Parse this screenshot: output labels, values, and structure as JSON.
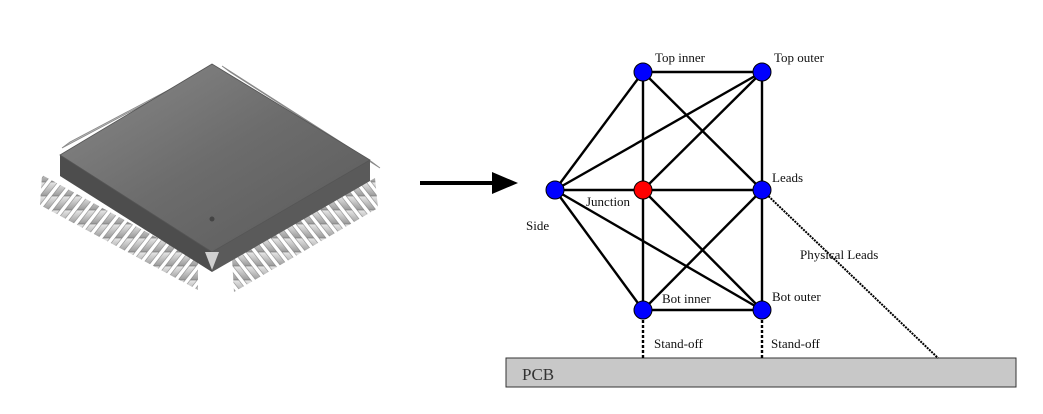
{
  "nodes": [
    {
      "id": "top_inner",
      "label": "Top inner",
      "color": "#0000ff"
    },
    {
      "id": "top_outer",
      "label": "Top outer",
      "color": "#0000ff"
    },
    {
      "id": "side",
      "label": "Side",
      "color": "#0000ff"
    },
    {
      "id": "junction",
      "label": "Junction",
      "color": "#ff0000"
    },
    {
      "id": "leads",
      "label": "Leads",
      "color": "#0000ff"
    },
    {
      "id": "bot_inner",
      "label": "Bot inner",
      "color": "#0000ff"
    },
    {
      "id": "bot_outer",
      "label": "Bot outer",
      "color": "#0000ff"
    }
  ],
  "edges": [
    [
      "top_inner",
      "top_outer"
    ],
    [
      "top_inner",
      "side"
    ],
    [
      "top_inner",
      "junction"
    ],
    [
      "top_inner",
      "leads"
    ],
    [
      "top_outer",
      "side"
    ],
    [
      "top_outer",
      "junction"
    ],
    [
      "top_outer",
      "leads"
    ],
    [
      "side",
      "junction"
    ],
    [
      "side",
      "bot_inner"
    ],
    [
      "side",
      "bot_outer"
    ],
    [
      "junction",
      "leads"
    ],
    [
      "junction",
      "bot_inner"
    ],
    [
      "junction",
      "bot_outer"
    ],
    [
      "leads",
      "bot_inner"
    ],
    [
      "leads",
      "bot_outer"
    ],
    [
      "bot_inner",
      "bot_outer"
    ]
  ],
  "labels": {
    "physical_leads": "Physical Leads",
    "standoff_inner": "Stand-off",
    "standoff_outer": "Stand-off",
    "pcb": "PCB"
  },
  "colors": {
    "pcb_fill": "#c8c8c8",
    "package_body": "#6e6e6e",
    "lead": "#cfcfcf"
  },
  "icons": {
    "package": "qfp-chip-package-icon",
    "arrow": "right-arrow-icon"
  }
}
